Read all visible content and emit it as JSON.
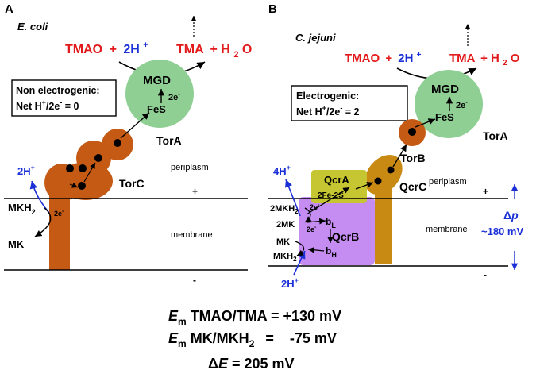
{
  "colors": {
    "red": "#e31a1c",
    "blue": "#1a2fd6",
    "torc_orange": "#c45a14",
    "mgd_green": "#8fcf94",
    "qcrA_yellow": "#c6c532",
    "qcrB_purple": "#c58cf2",
    "qcrC_gold": "#c88a12"
  },
  "panel_a": {
    "letter": "A",
    "organism": "E. coli",
    "reaction": {
      "tmao": "TMAO",
      "plus1": "+",
      "h": "2H",
      "h_sup": "+",
      "tma": "TMA",
      "plus2": "+ H",
      "water_sub": "2",
      "water_o": "O"
    },
    "box_line1": "Non electrogenic:",
    "box_line2": "Net H",
    "box_line2_sup": "+",
    "box_line2_rest": "/2e",
    "box_line2_sup2": "-",
    "box_line2_end": " = 0",
    "mgd": "MGD",
    "fes": "FeS",
    "two_e": "2e",
    "two_e_sup": "-",
    "tora": "TorA",
    "torc": "TorC",
    "proton": "2H",
    "proton_sup": "+",
    "mkh2": "MKH",
    "mkh2_sub": "2",
    "mk": "MK",
    "mk_2e": "2e",
    "mk_2e_sup": "-",
    "periplasm": "periplasm",
    "membrane": "membrane",
    "plus": "+",
    "minus": "-"
  },
  "panel_b": {
    "letter": "B",
    "organism": "C. jejuni",
    "reaction": {
      "tmao": "TMAO",
      "plus1": "+",
      "h": "2H",
      "h_sup": "+",
      "tma": "TMA",
      "plus2": "+ H",
      "water_sub": "2",
      "water_o": "O"
    },
    "box_line1": "Electrogenic:",
    "box_line2": "Net H",
    "box_line2_sup": "+",
    "box_line2_rest": "/2e",
    "box_line2_sup2": "-",
    "box_line2_end": " = 2",
    "mgd": "MGD",
    "fes": "FeS",
    "two_e": "2e",
    "two_e_sup": "-",
    "tora": "TorA",
    "torb": "TorB",
    "qcra": "QcrA",
    "fe2s": "2Fe-2S",
    "qcrc": "QcrC",
    "qcrb": "QcrB",
    "proton_top": "4H",
    "proton_top_sup": "+",
    "proton_bottom": "2H",
    "proton_bottom_sup": "+",
    "mkh2_2": "2MKH",
    "mkh2_2_sub": "2",
    "mk_2": "2MK",
    "mk": "MK",
    "mkh2": "MKH",
    "mkh2_sub": "2",
    "e_upper": "2e",
    "e_upper_sup": "-",
    "e_lower": "2e",
    "e_lower_sup": "-",
    "bl": "b",
    "bl_sub": "L",
    "bh": "b",
    "bh_sub": "H",
    "periplasm": "periplasm",
    "membrane": "membrane",
    "plus": "+",
    "minus": "-",
    "delta_p": "p",
    "delta_sym": "Δ",
    "delta_p_value": "~180 mV"
  },
  "equations": {
    "line1_em": "E",
    "line1_sub": "m",
    "line1_rest": " TMAO/TMA = +130 mV",
    "line2_em": "E",
    "line2_sub": "m",
    "line2_rest": " MK/MKH",
    "line2_sub2": "2",
    "line2_value": "=    -75 mV",
    "line3_delta": "Δ",
    "line3_e": "E",
    "line3_rest": " = 205 mV"
  }
}
